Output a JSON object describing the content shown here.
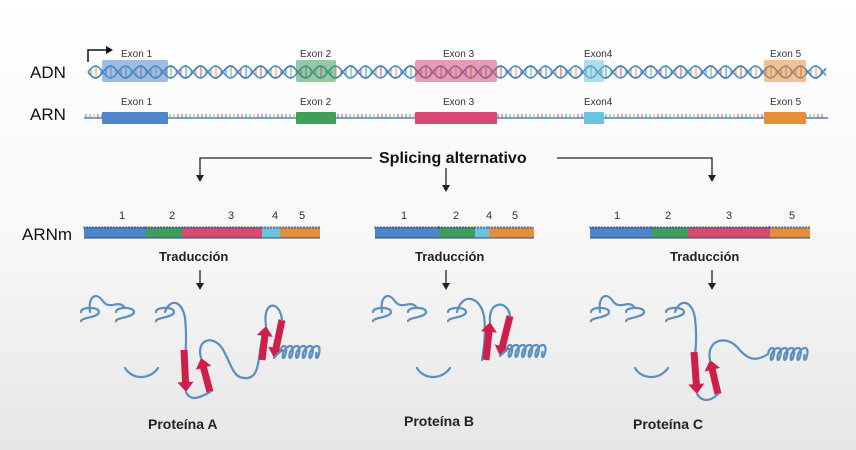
{
  "rows": {
    "adn_label": "ADN",
    "arn_label": "ARN",
    "arnm_label": "ARNm"
  },
  "exon_labels": [
    "Exon 1",
    "Exon 2",
    "Exon 3",
    "Exon4",
    "Exon 5"
  ],
  "colors": {
    "exon1": "#4f86c9",
    "exon2": "#3f9e5a",
    "exon3": "#d94a72",
    "exon4": "#6cc3e0",
    "exon5": "#e58f3a",
    "helix_a": "#3b78b8",
    "helix_b": "#c64a6a",
    "protein_coil": "#5b8fc0",
    "protein_sheet": "#cf1e4a",
    "background_bottom": "#ebebeb"
  },
  "splicing_title": "Splicing alternativo",
  "isoforms": [
    {
      "numbers": [
        "1",
        "2",
        "3",
        "4",
        "5"
      ],
      "traduccion": "Traducción",
      "protein": "Proteína A"
    },
    {
      "numbers": [
        "1",
        "2",
        "4",
        "5"
      ],
      "traduccion": "Traducción",
      "protein": "Proteína B"
    },
    {
      "numbers": [
        "1",
        "2",
        "3",
        "5"
      ],
      "traduccion": "Traducción",
      "protein": "Proteína C"
    }
  ],
  "icons": [
    "transcription-start-arrow-icon"
  ]
}
